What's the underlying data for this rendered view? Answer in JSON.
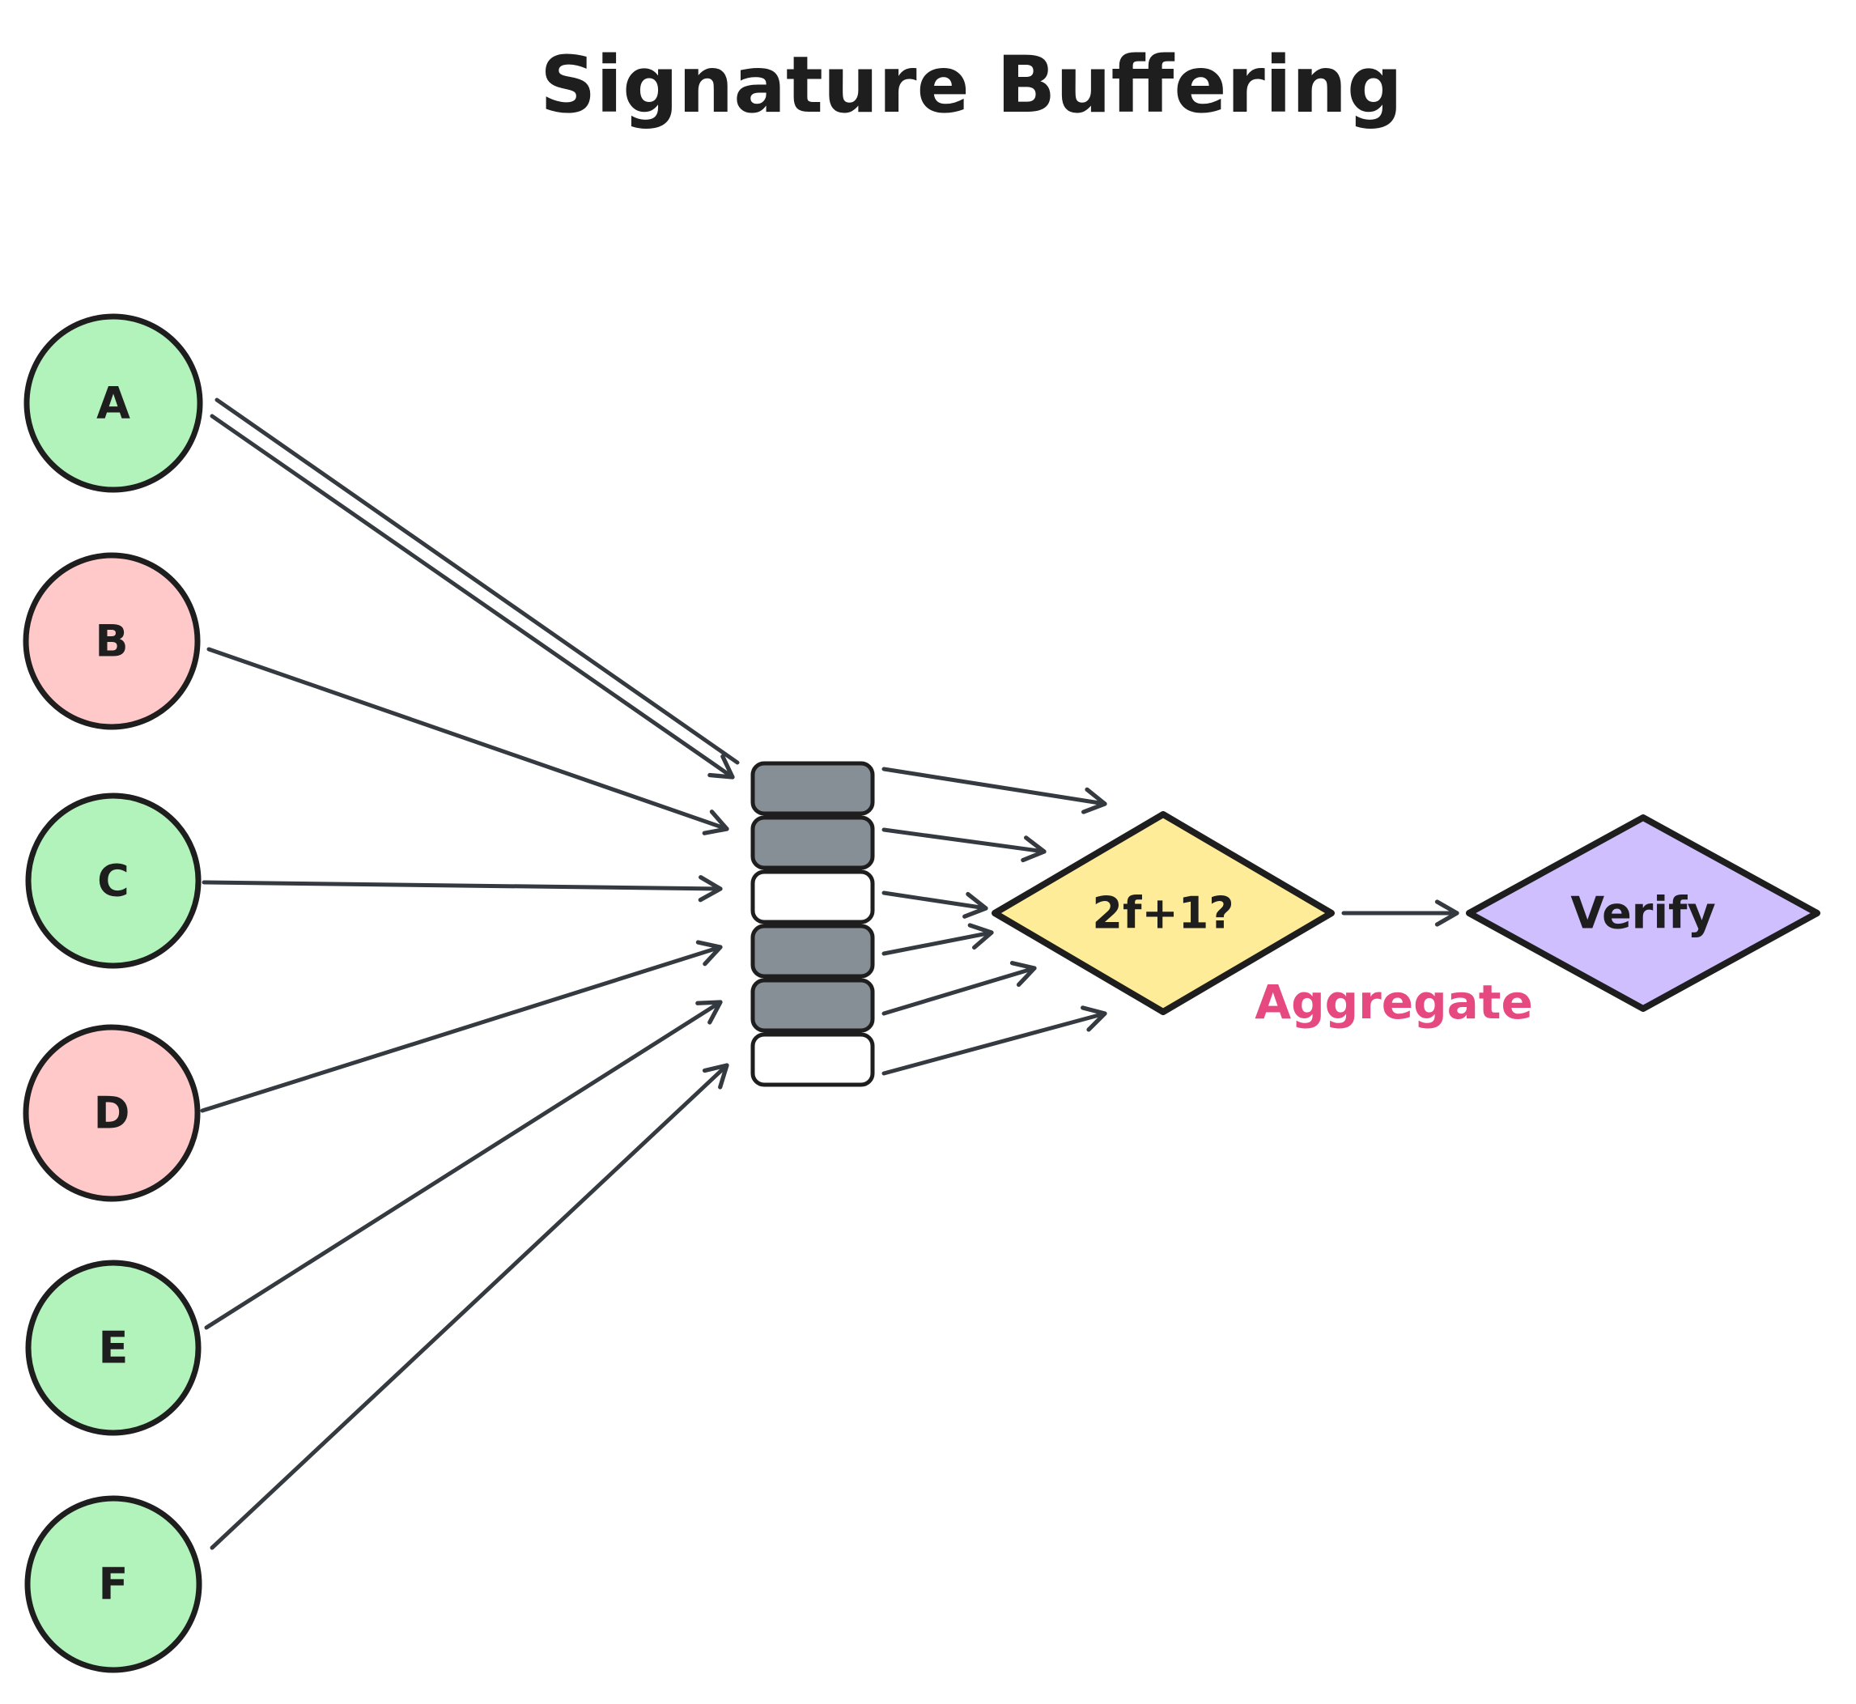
{
  "title": "Signature Buffering",
  "nodes": [
    {
      "label": "A",
      "fill": "#b2f2bb"
    },
    {
      "label": "B",
      "fill": "#ffc9c9"
    },
    {
      "label": "C",
      "fill": "#b2f2bb"
    },
    {
      "label": "D",
      "fill": "#ffc9c9"
    },
    {
      "label": "E",
      "fill": "#b2f2bb"
    },
    {
      "label": "F",
      "fill": "#b2f2bb"
    }
  ],
  "buffer": {
    "slots": [
      {
        "state": "filled",
        "fill": "#868e96"
      },
      {
        "state": "filled",
        "fill": "#868e96"
      },
      {
        "state": "empty",
        "fill": "#ffffff"
      },
      {
        "state": "filled",
        "fill": "#868e96"
      },
      {
        "state": "filled",
        "fill": "#868e96"
      },
      {
        "state": "empty",
        "fill": "#ffffff"
      }
    ]
  },
  "decision": {
    "label": "2f+1?",
    "fill": "#ffec99"
  },
  "verify": {
    "label": "Verify",
    "fill": "#d0bfff"
  },
  "aggregate": {
    "label": "Aggregate",
    "color": "#e64980"
  },
  "colors": {
    "background": "#ffffff",
    "stroke": "#1e1e1e",
    "arrow": "#343a40"
  }
}
